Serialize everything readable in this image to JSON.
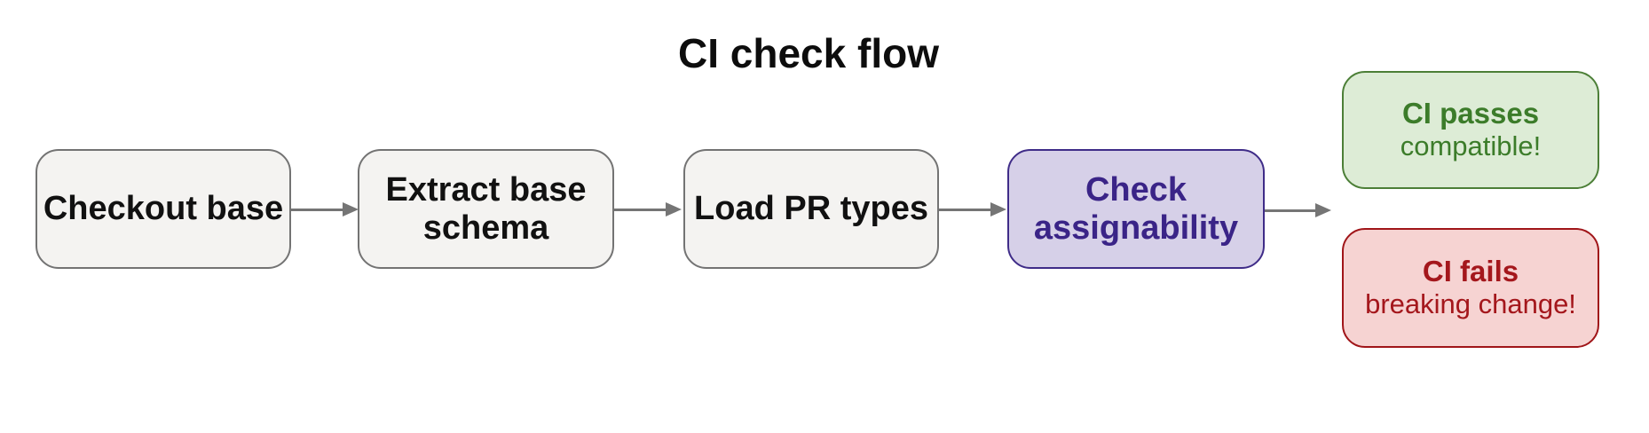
{
  "title": "CI check flow",
  "nodes": [
    {
      "id": "checkout-base",
      "label": "Checkout base"
    },
    {
      "id": "extract-base-schema",
      "label": "Extract base schema"
    },
    {
      "id": "load-pr-types",
      "label": "Load PR types"
    },
    {
      "id": "check-assignability",
      "label": "Check assignability"
    }
  ],
  "outcomes": {
    "pass": {
      "heading": "CI passes",
      "detail": "compatible!"
    },
    "fail": {
      "heading": "CI fails",
      "detail": "breaking change!"
    }
  },
  "colors": {
    "background": "#ffffff",
    "title_text": "#0d0d0d",
    "node_fill": "#f4f3f1",
    "node_border": "#737373",
    "node_text": "#111111",
    "accent_fill": "#d6d0e8",
    "accent_border": "#3f2c88",
    "accent_text": "#3a2487",
    "pass_fill": "#ddecd6",
    "pass_border": "#4c7f37",
    "pass_text": "#3c7c2a",
    "fail_fill": "#f6d3d2",
    "fail_border": "#a01519",
    "fail_text": "#a4171c",
    "arrow": "#757575"
  }
}
